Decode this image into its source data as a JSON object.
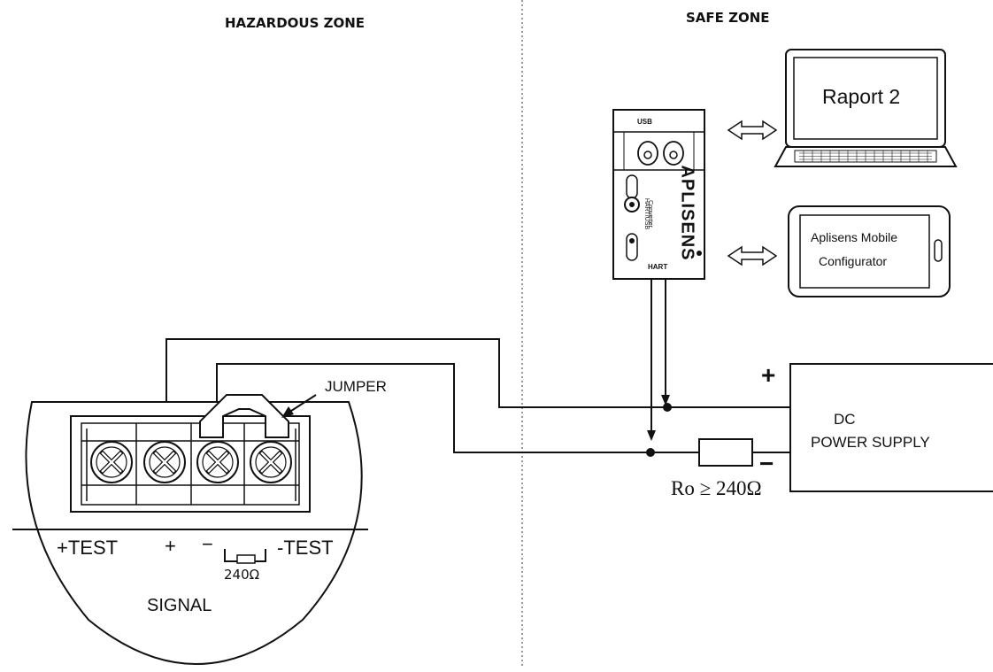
{
  "zones": {
    "hazardous": "HAZARDOUS ZONE",
    "safe": "SAFE ZONE"
  },
  "devices": {
    "laptop_screen": "Raport 2",
    "mobile_line1": "Aplisens Mobile",
    "mobile_line2": "Configurator",
    "converter": {
      "usb_label": "USB",
      "hart_label": "HART",
      "brand": "APLISENS",
      "model_line1": "HART/USB",
      "model_line2": "Converter"
    }
  },
  "terminal_block": {
    "jumper": "JUMPER",
    "labels": {
      "plus_test": "+TEST",
      "plus": "+",
      "minus": "−",
      "minus_test": "-TEST",
      "resistor": "240Ω",
      "signal": "SIGNAL"
    }
  },
  "power_supply": {
    "line1": "DC",
    "line2": "POWER SUPPLY",
    "plus": "+",
    "minus": "−"
  },
  "resistor_note": "Ro ≥ 240Ω",
  "colors": {
    "stroke": "#111111",
    "background": "#ffffff"
  },
  "icons": [
    "double-arrow-icon",
    "laptop-icon",
    "tablet-icon",
    "converter-icon",
    "screw-terminal-icon",
    "resistor-icon"
  ]
}
